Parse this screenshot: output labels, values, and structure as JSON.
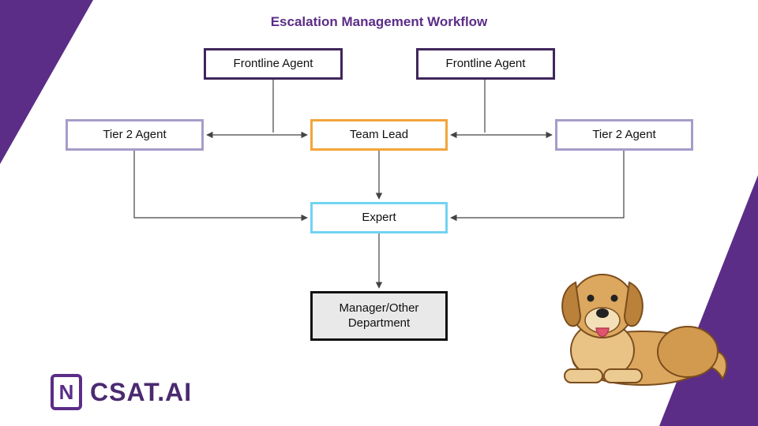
{
  "title": "Escalation Management Workflow",
  "diagram": {
    "nodes": [
      {
        "id": "frontline-left",
        "label": "Frontline Agent"
      },
      {
        "id": "frontline-right",
        "label": "Frontline Agent"
      },
      {
        "id": "tier2-left",
        "label": "Tier 2 Agent"
      },
      {
        "id": "team-lead",
        "label": "Team Lead"
      },
      {
        "id": "tier2-right",
        "label": "Tier 2 Agent"
      },
      {
        "id": "expert",
        "label": "Expert"
      },
      {
        "id": "manager",
        "label": "Manager/Other Department"
      }
    ]
  },
  "logo": {
    "glyph": "N",
    "text": "CSAT.AI"
  },
  "illustration": {
    "name": "golden-retriever-dog"
  },
  "colors": {
    "purple": "#5b2d87",
    "darkPurple": "#40265c",
    "lightPurple": "#a79cc9",
    "orange": "#f2a53a",
    "cyan": "#72d3f2",
    "managerFill": "#e9e9e9",
    "logoText": "#4b2a70",
    "line": "#444444"
  }
}
